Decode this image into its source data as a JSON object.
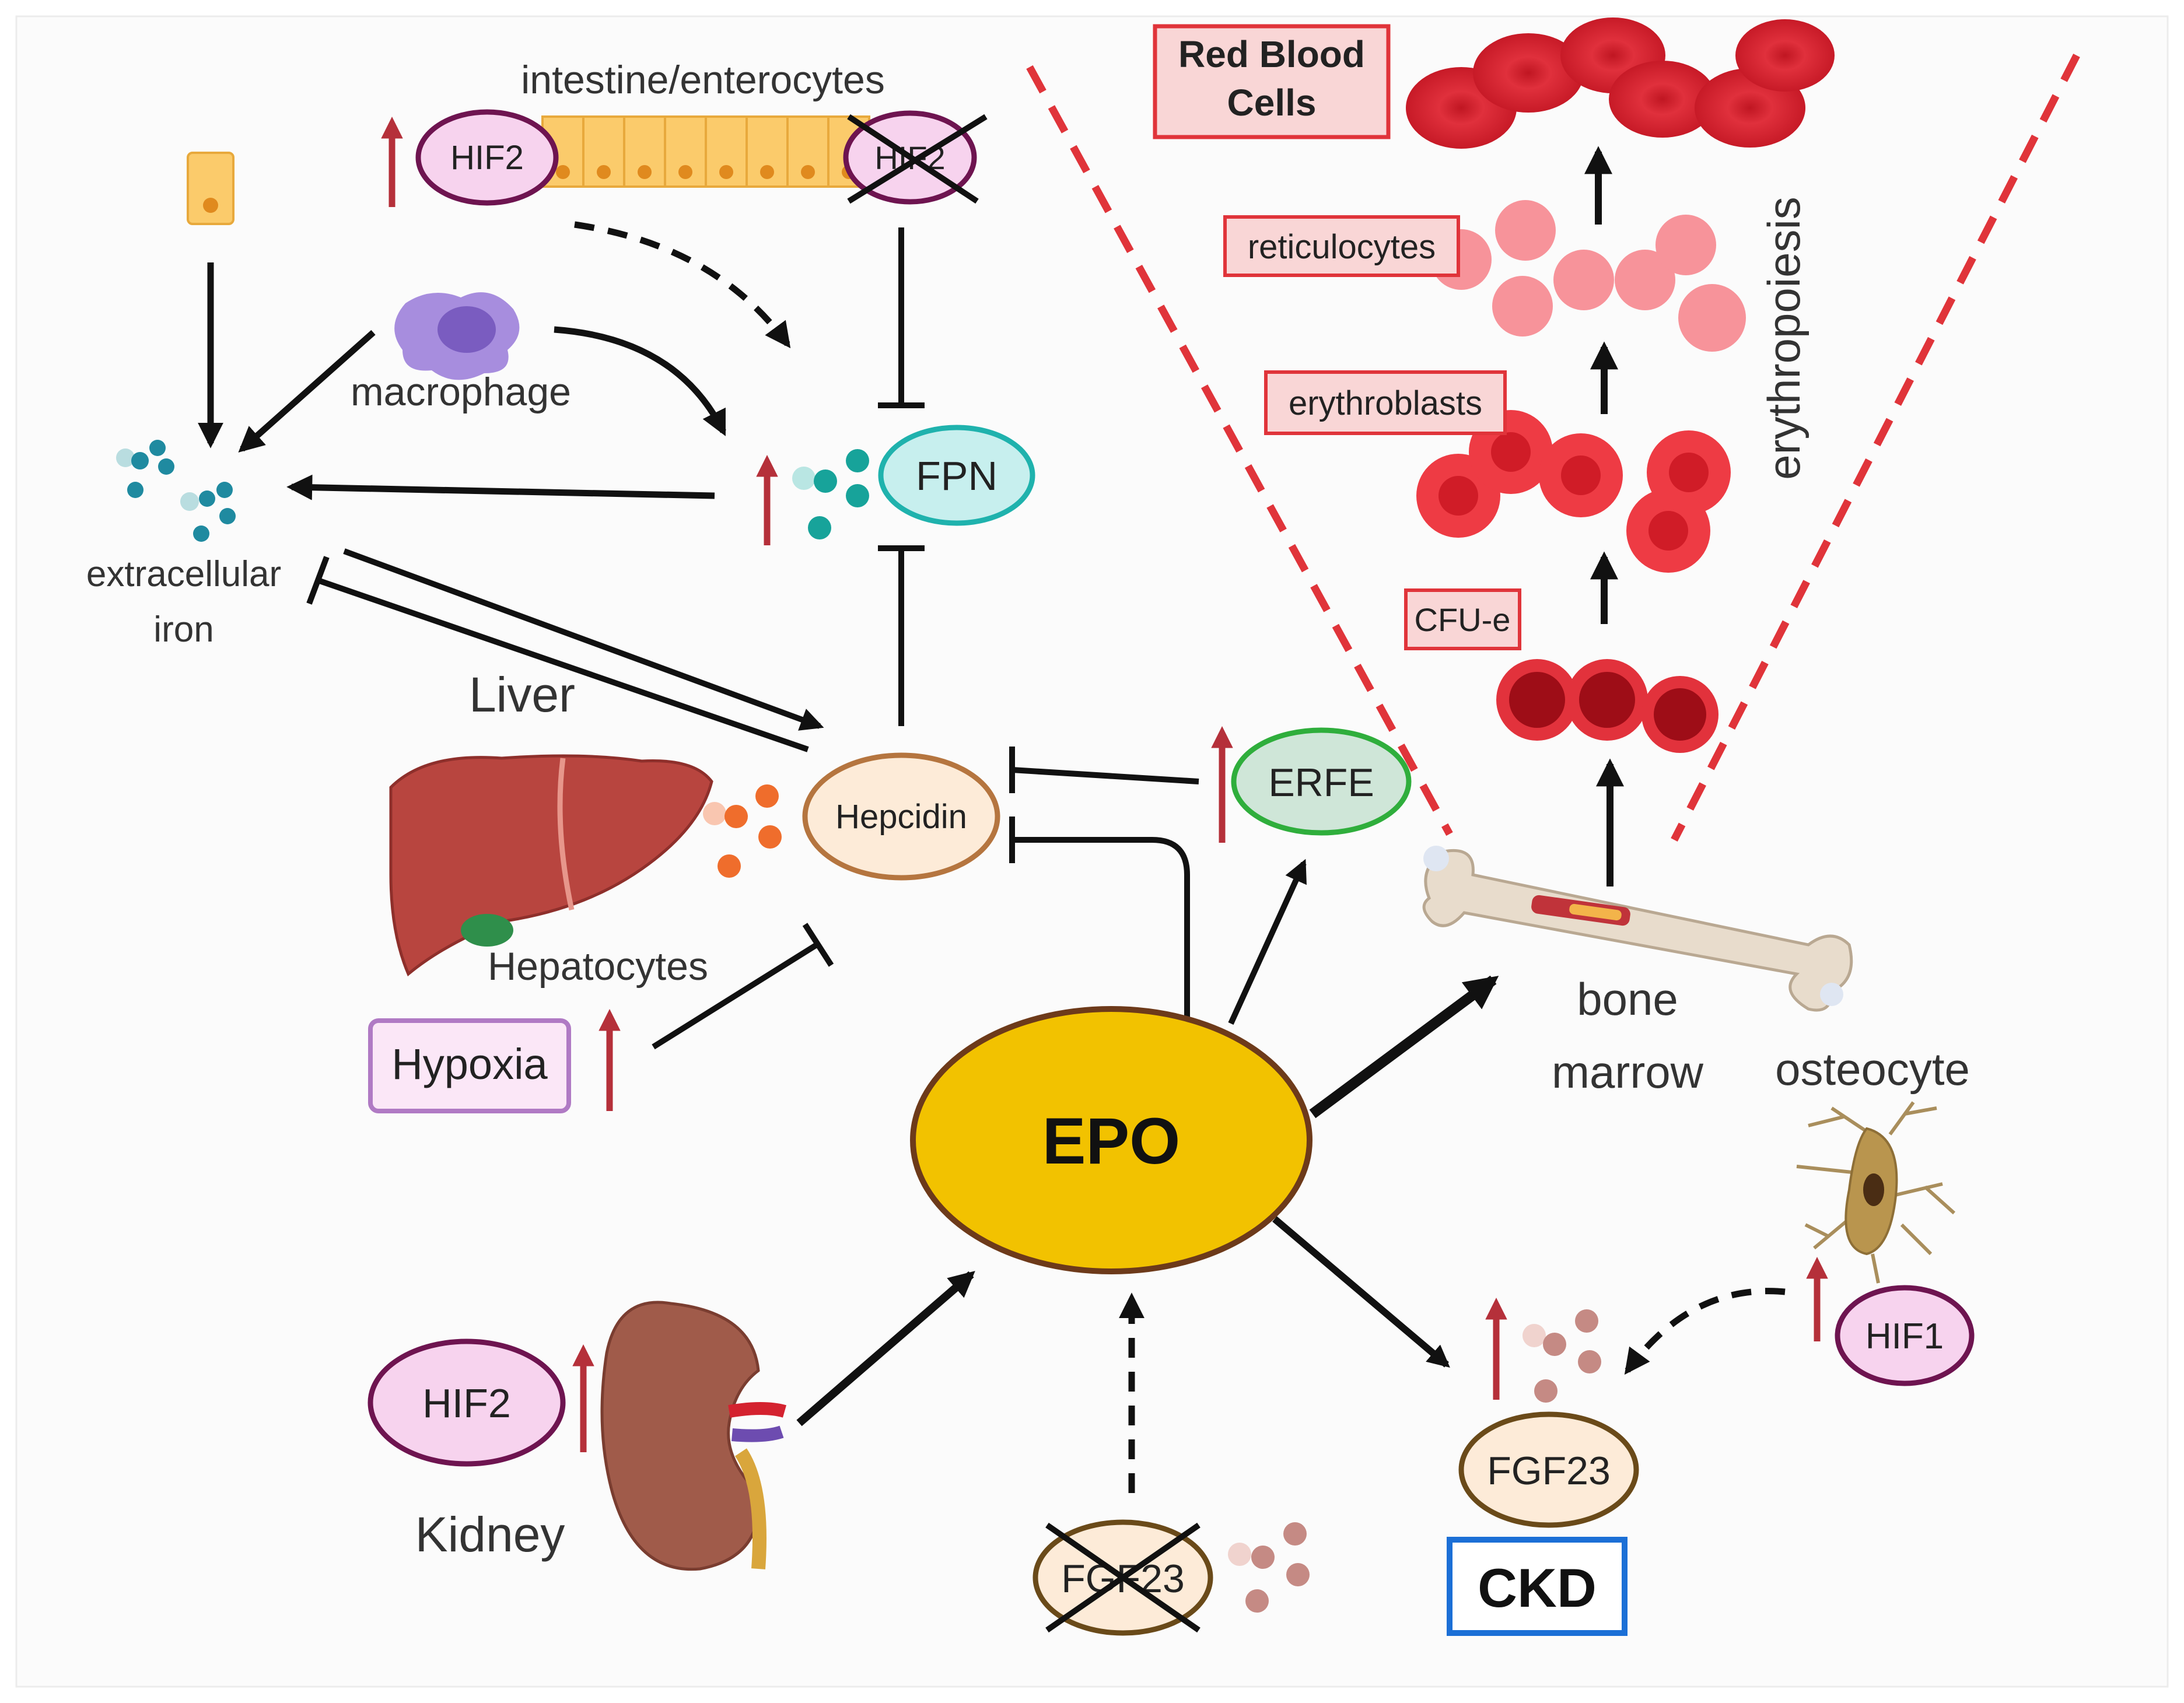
{
  "labels": {
    "intestine": "intestine/enterocytes",
    "macrophage": "macrophage",
    "extracellular_line1": "extracellular",
    "extracellular_line2": "iron",
    "liver": "Liver",
    "hepatocytes": "Hepatocytes",
    "kidney": "Kidney",
    "bone_line1": "bone",
    "bone_line2": "marrow",
    "osteocyte": "osteocyte",
    "erythropoiesis": "erythropoiesis"
  },
  "nodes": {
    "hif2_intestine": "HIF2",
    "hif2_intestine_crossed": "HIF2",
    "fpn": "FPN",
    "hepcidin": "Hepcidin",
    "erfe": "ERFE",
    "hypoxia": "Hypoxia",
    "epo": "EPO",
    "hif2_kidney": "HIF2",
    "fgf23_crossed": "FGF23",
    "fgf23": "FGF23",
    "ckd": "CKD",
    "hif1": "HIF1"
  },
  "stages": {
    "rbc_line1": "Red Blood",
    "rbc_line2": "Cells",
    "reticulocytes": "reticulocytes",
    "erythroblasts": "erythroblasts",
    "cfue": "CFU-e"
  },
  "colors": {
    "up_arrow": "#b5303a",
    "epo_fill": "#f2c200",
    "fpn_fill": "#c7efee",
    "fpn_stroke": "#1fb2ad",
    "hepcidin_fill": "#fdebd8",
    "erfe_fill": "#cfe6d8",
    "erfe_stroke": "#2fae3c",
    "hif_fill": "#f7d3ee",
    "hif_stroke": "#6e1450",
    "dashed_red": "#e0343a",
    "ckd_stroke": "#1b6fd6"
  }
}
